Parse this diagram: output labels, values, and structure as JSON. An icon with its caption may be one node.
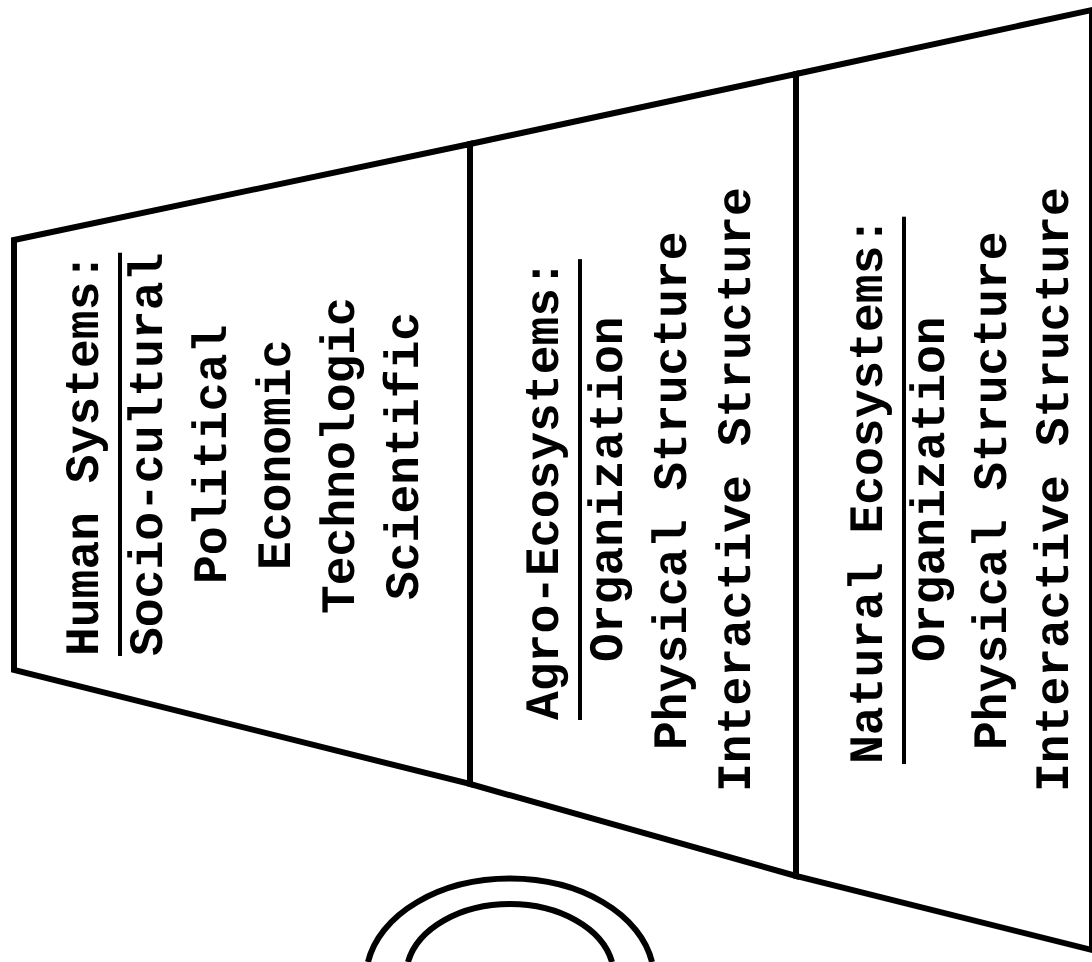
{
  "diagram": {
    "nodes": [
      {
        "text": [
          "Human Systems:",
          "Socio-cultural",
          "Political",
          "Economic",
          "Technologic",
          "Scientific"
        ]
      },
      {
        "text": [
          "Agro-Ecosystems:",
          "Organization",
          "Physical Structure",
          "Interactive Structure"
        ]
      },
      {
        "text": [
          "Natural Ecosystems:",
          "Organization",
          "Physical Structure",
          "Interactive Structure"
        ]
      }
    ]
  }
}
